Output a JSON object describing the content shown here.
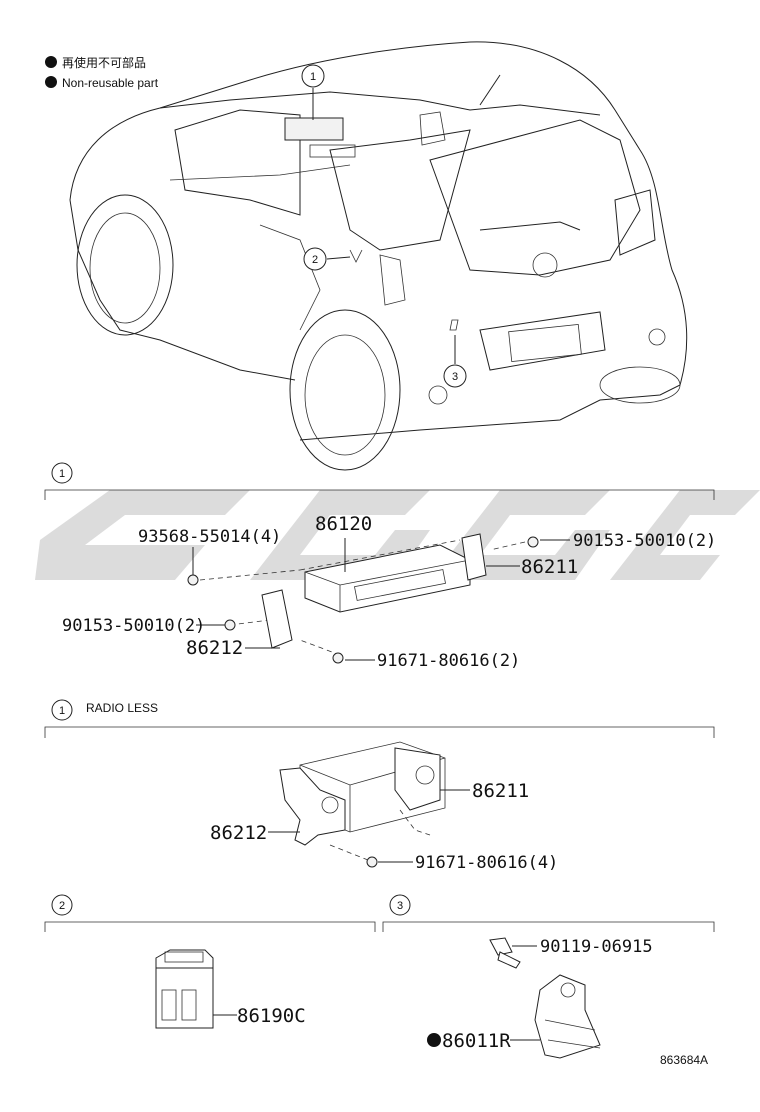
{
  "legend": {
    "items": [
      {
        "text": "再使用不可部品"
      },
      {
        "text": "Non-reusable part"
      }
    ]
  },
  "callouts": {
    "c1": "1",
    "c2": "2",
    "c3": "3"
  },
  "sections": {
    "s1": {
      "num": "1"
    },
    "s1b": {
      "num": "1",
      "title": "RADIO LESS"
    },
    "s2": {
      "num": "2"
    },
    "s3": {
      "num": "3"
    }
  },
  "parts": {
    "p93568": "93568-55014(4)",
    "p86120": "86120",
    "p90153a": "90153-50010(2)",
    "p86211a": "86211",
    "p90153b": "90153-50010(2)",
    "p86212a": "86212",
    "p91671a": "91671-80616(2)",
    "p86211b": "86211",
    "p86212b": "86212",
    "p91671b": "91671-80616(4)",
    "p90119": "90119-06915",
    "p86190c": "86190C",
    "p86011r": "86011R"
  },
  "diagram_id": "863684A"
}
